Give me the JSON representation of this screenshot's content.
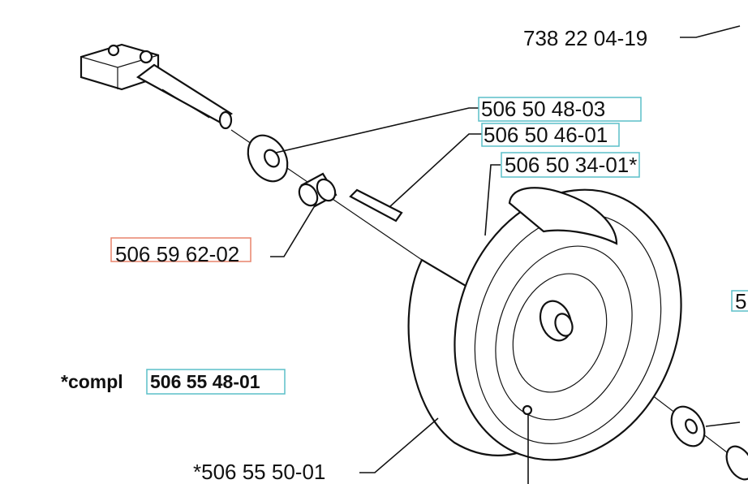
{
  "diagram": {
    "labels": {
      "top_right": "738 22 04-19",
      "washer": "506 50 48-03",
      "key": "506 50 46-01",
      "rim": "506 50 34-01*",
      "bushing": "506 59 62-02",
      "compl_prefix": "*compl",
      "compl_number": "506 55 48-01",
      "tire": "*506 55 50-01",
      "clipped_right": "5"
    },
    "highlight_colors": {
      "selected": "#e8836b",
      "linked": "#5bbfc8"
    }
  }
}
